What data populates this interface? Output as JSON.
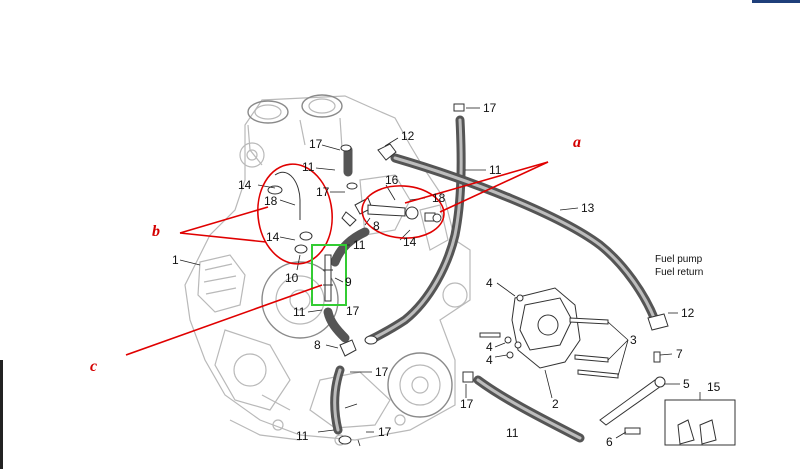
{
  "callouts": {
    "a": "a",
    "b": "b",
    "c": "c"
  },
  "fuel_label": {
    "line1": "Fuel pump",
    "line2": "Fuel return"
  },
  "part_numbers": {
    "p17_top": "17",
    "p12_top": "12",
    "p17_a": "17",
    "p11_a": "11",
    "p11_b": "11",
    "p14_a": "14",
    "p16": "16",
    "p18_a": "18",
    "p17_b": "17",
    "p18_b": "18",
    "p13": "13",
    "p8_a": "8",
    "p14_b": "14",
    "p14_c": "14",
    "p1": "1",
    "p10": "10",
    "p11_c": "11",
    "p9": "9",
    "p11_d": "11",
    "p17_c": "17",
    "p4_a": "4",
    "p12_b": "12",
    "p4_b": "4",
    "p4_c": "4",
    "p3": "3",
    "p7": "7",
    "p8_b": "8",
    "p17_d": "17",
    "p5": "5",
    "p15": "15",
    "p2": "2",
    "p17_e": "17",
    "p11_e": "11",
    "p17_f": "17",
    "p11_f": "11",
    "p6": "6"
  }
}
